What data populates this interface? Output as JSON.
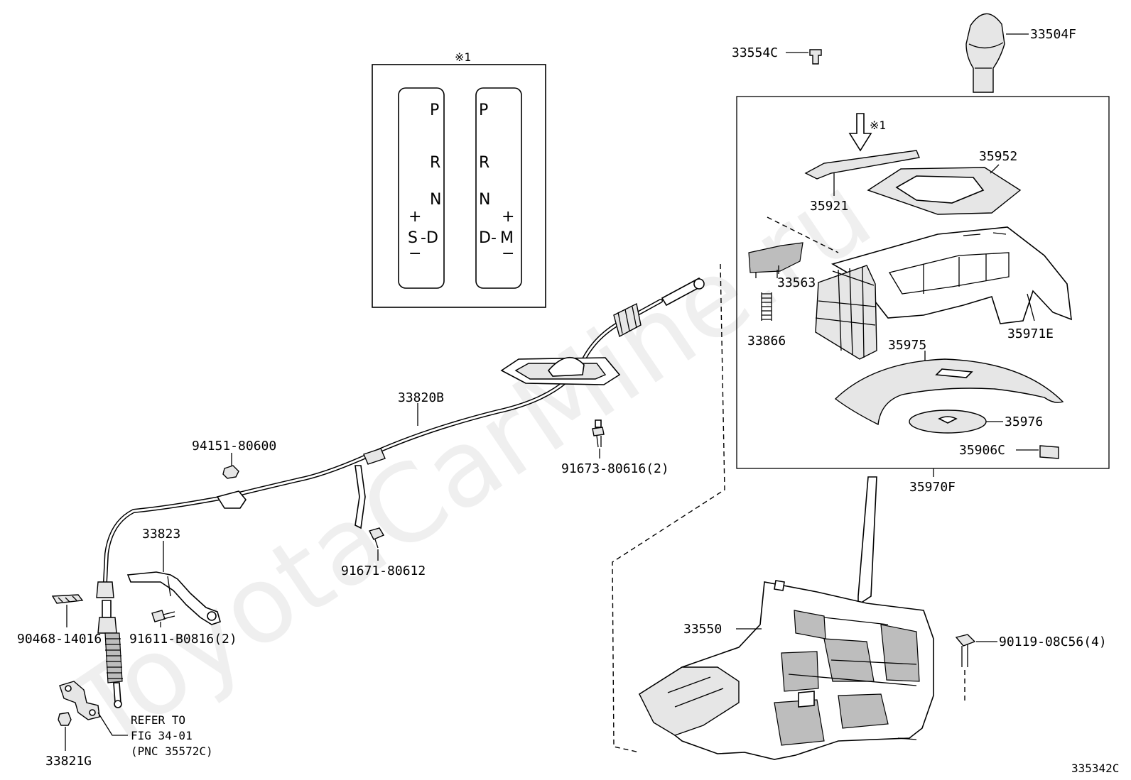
{
  "watermark": "ToyotaCarMine.ru",
  "figure_id": "335342C",
  "inset": {
    "marker": "※1",
    "gate_left": {
      "p": "P",
      "r": "R",
      "n": "N",
      "plus": "+",
      "s": "S",
      "d": "-D",
      "minus": "−"
    },
    "gate_right": {
      "p": "P",
      "r": "R",
      "n": "N",
      "plus": "+",
      "d": "D-",
      "m": "M",
      "minus": "−"
    }
  },
  "arrow_marker": "※1",
  "labels": {
    "p33504F": "33504F",
    "p33554C": "33554C",
    "p35952": "35952",
    "p35921": "35921",
    "p33563": "33563",
    "p33866": "33866",
    "p35975": "35975",
    "p35971E": "35971E",
    "p35976": "35976",
    "p35906C": "35906C",
    "p35970F": "35970F",
    "p33820B": "33820B",
    "p94151": "94151-80600",
    "p91673": "91673-80616(2)",
    "p91671": "91671-80612",
    "p33823": "33823",
    "p90468": "90468-14016",
    "p91611": "91611-B0816(2)",
    "p33550": "33550",
    "p90119": "90119-08C56(4)",
    "p33821G": "33821G"
  },
  "refer": {
    "line1": "REFER TO",
    "line2": "FIG 34-01",
    "line3": "(PNC 35572C)"
  }
}
